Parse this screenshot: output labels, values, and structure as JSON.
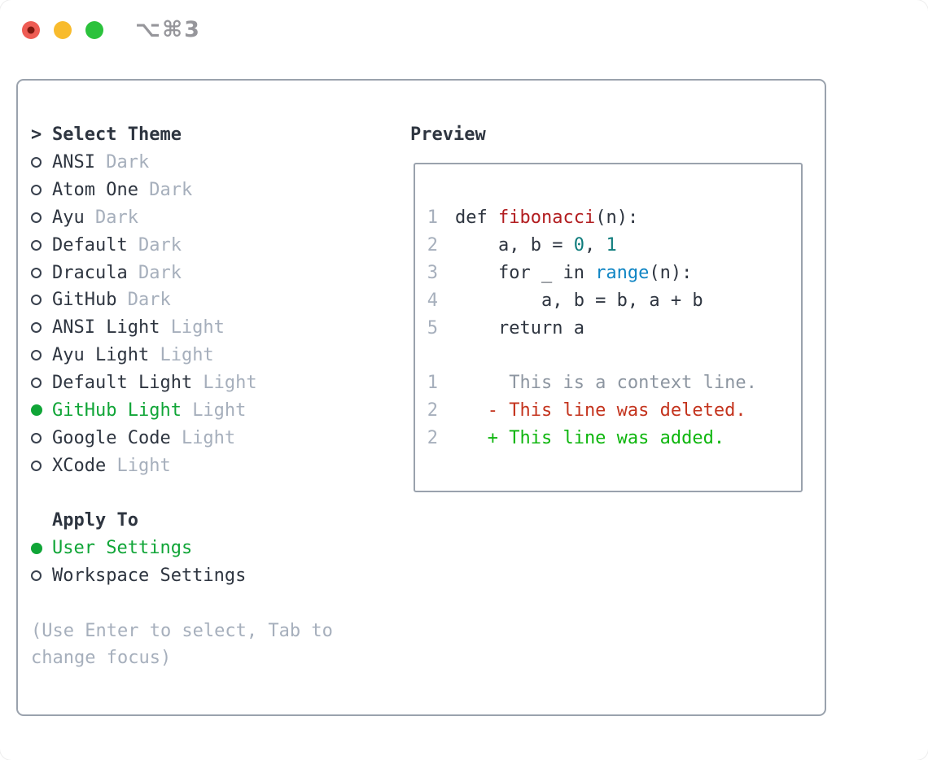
{
  "window": {
    "title_shortcut": "⌥⌘3"
  },
  "titlebar": {
    "buttons": [
      {
        "name": "close-button",
        "color_key": "light_red"
      },
      {
        "name": "minimize-button",
        "color_key": "light_yellow"
      },
      {
        "name": "zoom-button",
        "color_key": "light_green"
      }
    ]
  },
  "theme_panel": {
    "prompt": ">",
    "title": "Select Theme",
    "items": [
      {
        "label": "ANSI",
        "variant": "Dark",
        "selected": false
      },
      {
        "label": "Atom One",
        "variant": "Dark",
        "selected": false
      },
      {
        "label": "Ayu",
        "variant": "Dark",
        "selected": false
      },
      {
        "label": "Default",
        "variant": "Dark",
        "selected": false
      },
      {
        "label": "Dracula",
        "variant": "Dark",
        "selected": false
      },
      {
        "label": "GitHub",
        "variant": "Dark",
        "selected": false
      },
      {
        "label": "ANSI Light",
        "variant": "Light",
        "selected": false
      },
      {
        "label": "Ayu Light",
        "variant": "Light",
        "selected": false
      },
      {
        "label": "Default Light",
        "variant": "Light",
        "selected": false
      },
      {
        "label": "GitHub Light",
        "variant": "Light",
        "selected": true
      },
      {
        "label": "Google Code",
        "variant": "Light",
        "selected": false
      },
      {
        "label": "XCode",
        "variant": "Light",
        "selected": false
      }
    ],
    "apply_to": {
      "title": "Apply To",
      "options": [
        {
          "label": "User Settings",
          "selected": true
        },
        {
          "label": "Workspace Settings",
          "selected": false
        }
      ]
    },
    "hint_lines": [
      "(Use Enter to select, Tab to",
      "change focus)"
    ]
  },
  "preview": {
    "title": "Preview",
    "code_lines": [
      {
        "num": "1",
        "tokens": [
          {
            "t": "def ",
            "c": "plain"
          },
          {
            "t": "fibonacci",
            "c": "func"
          },
          {
            "t": "(n):",
            "c": "plain"
          }
        ]
      },
      {
        "num": "2",
        "tokens": [
          {
            "t": "    a, b = ",
            "c": "plain"
          },
          {
            "t": "0",
            "c": "num"
          },
          {
            "t": ", ",
            "c": "plain"
          },
          {
            "t": "1",
            "c": "num"
          }
        ]
      },
      {
        "num": "3",
        "tokens": [
          {
            "t": "    for _ in ",
            "c": "plain"
          },
          {
            "t": "range",
            "c": "builtin"
          },
          {
            "t": "(n):",
            "c": "plain"
          }
        ]
      },
      {
        "num": "4",
        "tokens": [
          {
            "t": "        a, b = b, a + b",
            "c": "plain"
          }
        ]
      },
      {
        "num": "5",
        "tokens": [
          {
            "t": "    return a",
            "c": "plain"
          }
        ]
      }
    ],
    "diff_lines": [
      {
        "num": "1",
        "text": "     This is a context line.",
        "kind": "context"
      },
      {
        "num": "2",
        "text": "   - This line was deleted.",
        "kind": "deleted"
      },
      {
        "num": "2",
        "text": "   + This line was added.",
        "kind": "added"
      }
    ]
  },
  "colors": {
    "ink": "#2E3540",
    "muted": "#A6AFBC",
    "gray_context": "#8D96A1",
    "bullet_ring": "#39414E",
    "green_select": "#10A537",
    "green_added": "#0EB60E",
    "red_deleted": "#C4341E",
    "red_func": "#B21D20",
    "blue_builtin": "#0F85C4",
    "teal_num": "#0E7C7C",
    "border": "#9AA2AD",
    "titlebar_text": "#96969B",
    "light_red": "#EE5C54",
    "light_red_dot": "#7E180F",
    "light_yellow": "#F8BB2D",
    "light_green": "#2BC23C"
  }
}
